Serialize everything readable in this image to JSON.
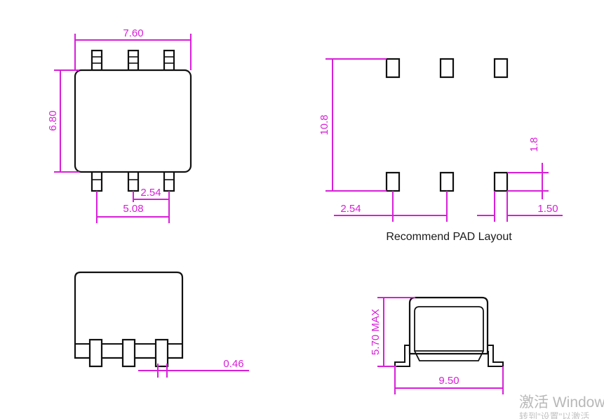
{
  "top_view": {
    "width_label": "7.60",
    "height_label": "6.80",
    "pitch_label": "2.54",
    "span_label": "5.08"
  },
  "pad_layout": {
    "height_label": "10.8",
    "pad_length_label": "1.8",
    "pitch_label": "2.54",
    "pad_width_label": "1.50",
    "title": "Recommend PAD Layout"
  },
  "side_view": {
    "lead_width_label": "0.46"
  },
  "end_view": {
    "height_label": "5.70 MAX",
    "width_label": "9.50"
  },
  "watermark": {
    "line1": "激活 Window",
    "line2": "转到\"设置\"以激活"
  },
  "colors": {
    "dimension": "#d81ed8",
    "outline": "#111111"
  }
}
